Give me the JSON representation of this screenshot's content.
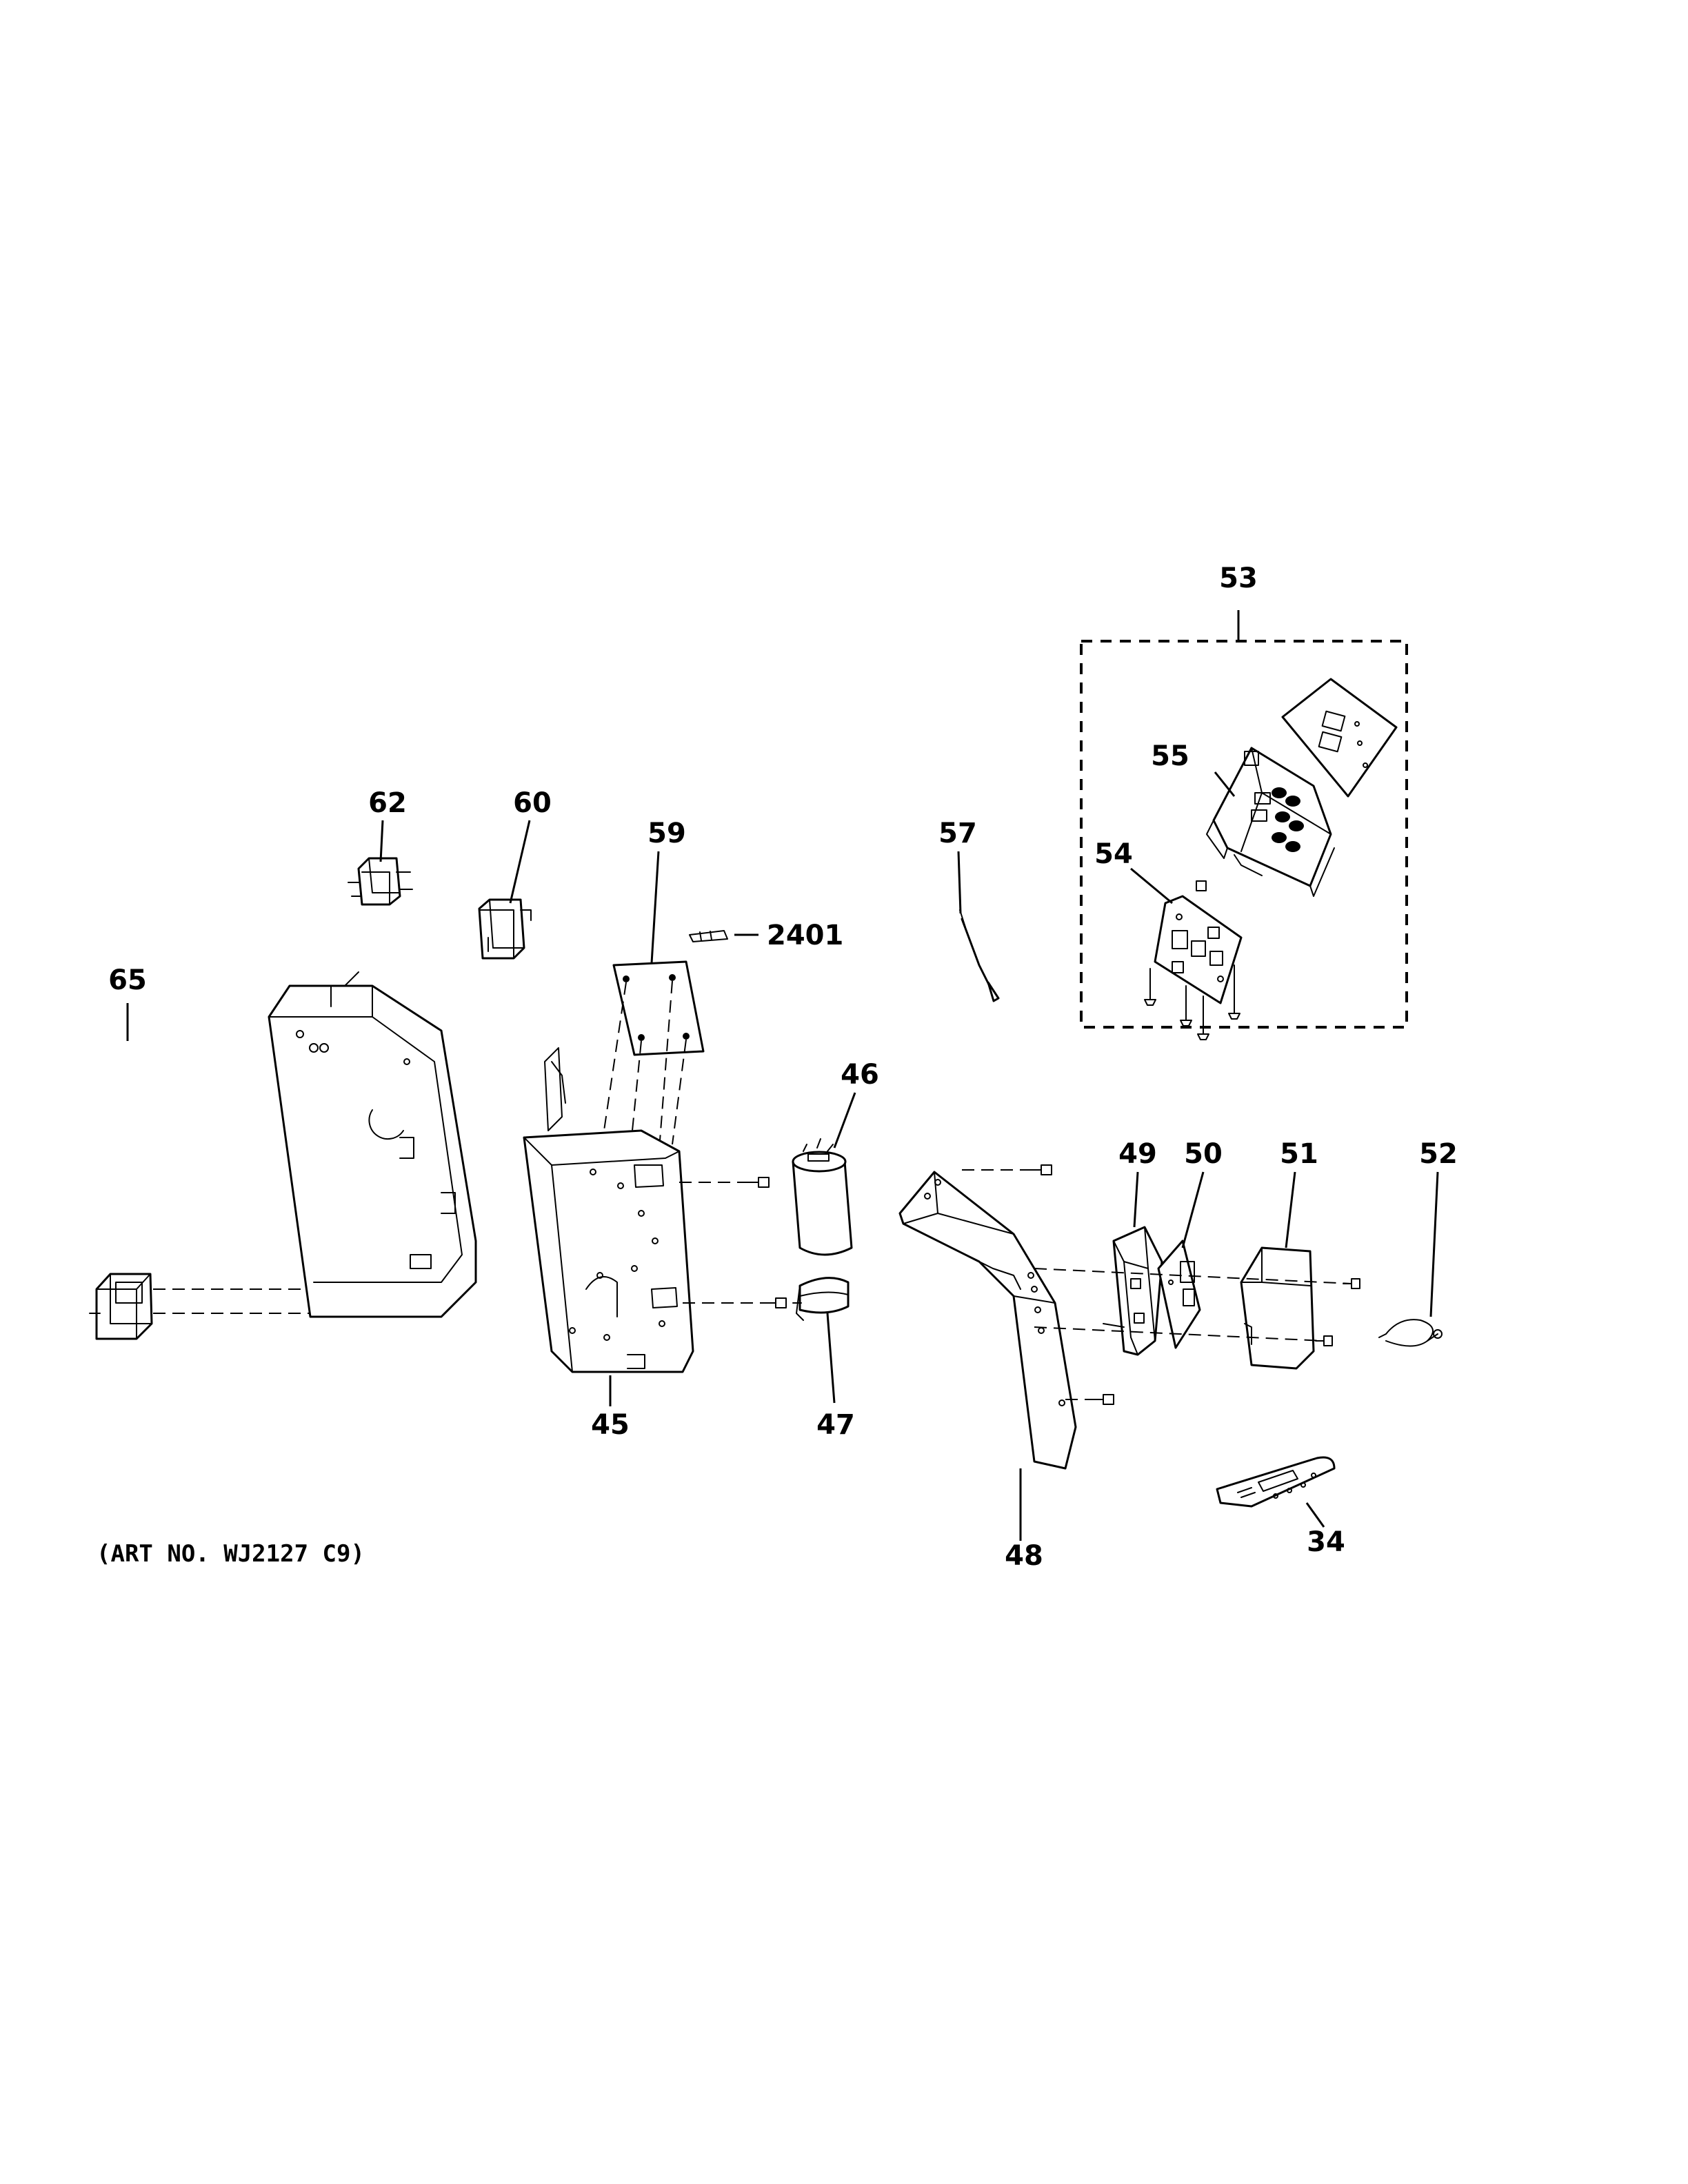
{
  "art_number": "(ART NO. WJ2127 C9)",
  "callouts": {
    "p34": "34",
    "p45": "45",
    "p46": "46",
    "p47": "47",
    "p48": "48",
    "p49": "49",
    "p50": "50",
    "p51": "51",
    "p52": "52",
    "p53": "53",
    "p54": "54",
    "p55": "55",
    "p57": "57",
    "p59": "59",
    "p60": "60",
    "p62": "62",
    "p65": "65",
    "p2401": "2401"
  }
}
